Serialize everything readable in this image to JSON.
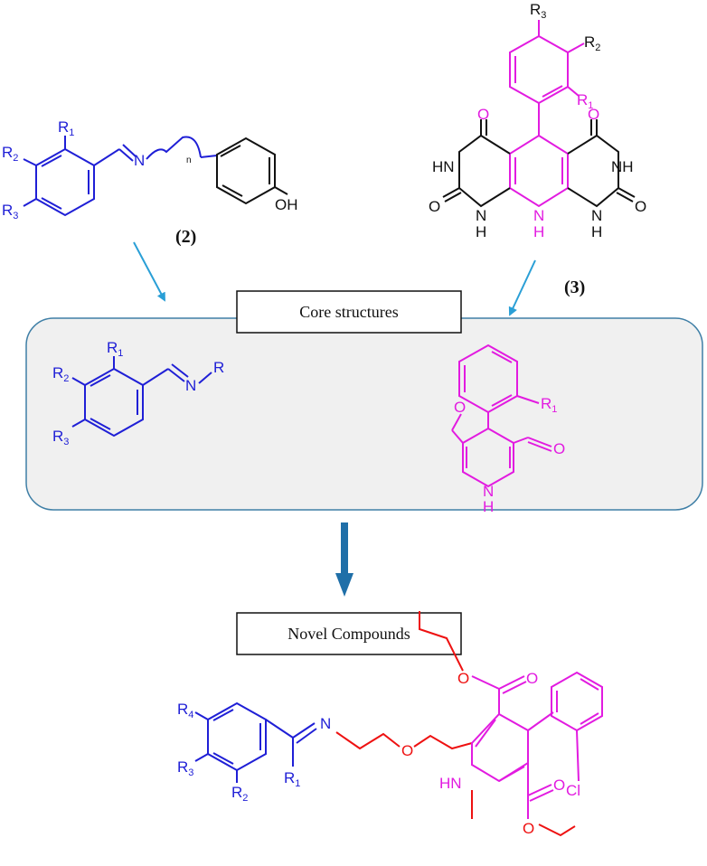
{
  "colors": {
    "blue": "#1f1fd6",
    "magenta": "#e21be0",
    "red": "#ee1111",
    "black": "#111111",
    "arrow_light": "#2a9fd6",
    "arrow_dark": "#1f6fa8",
    "panel_fill": "#f0f0f0",
    "panel_stroke": "#3f7fa6"
  },
  "compound_2": {
    "label": "(2)",
    "atoms": {
      "r1": "R",
      "r1_sub": "1",
      "r2": "R",
      "r2_sub": "2",
      "r3": "R",
      "r3_sub": "3",
      "n": "N",
      "n_index": "n",
      "oh": "OH"
    }
  },
  "compound_3": {
    "label": "(3)",
    "atoms": {
      "r1": "R",
      "r1_sub": "1",
      "r2": "R",
      "r2_sub": "2",
      "r3": "R",
      "r3_sub": "3",
      "o_left": "O",
      "o_right": "O",
      "hn_left": "HN",
      "nh_right": "NH",
      "o_bl": "O",
      "o_br": "O",
      "nh_bl": "N",
      "nh_bl_h": "H",
      "nh_mid": "N",
      "nh_mid_h": "H",
      "nh_br": "N",
      "nh_br_h": "H"
    }
  },
  "core_structures": {
    "title": "Core structures",
    "left": {
      "r1": "R",
      "r1_sub": "1",
      "r2": "R",
      "r2_sub": "2",
      "r3": "R",
      "r3_sub": "3",
      "n": "N",
      "r": "R"
    },
    "right": {
      "r1": "R",
      "r1_sub": "1",
      "o_left": "O",
      "o_right": "O",
      "n": "N",
      "h": "H"
    }
  },
  "novel_compounds": {
    "title": "Novel Compounds",
    "atoms": {
      "r4": "R",
      "r4_sub": "4",
      "r3": "R",
      "r3_sub": "3",
      "r2": "R",
      "r2_sub": "2",
      "r1": "R",
      "r1_sub": "1",
      "n": "N",
      "o_ether": "O",
      "o_top1": "O",
      "o_top2": "O",
      "hn": "HN",
      "cl": "Cl",
      "o_bot1": "O",
      "o_bot2": "O"
    }
  }
}
